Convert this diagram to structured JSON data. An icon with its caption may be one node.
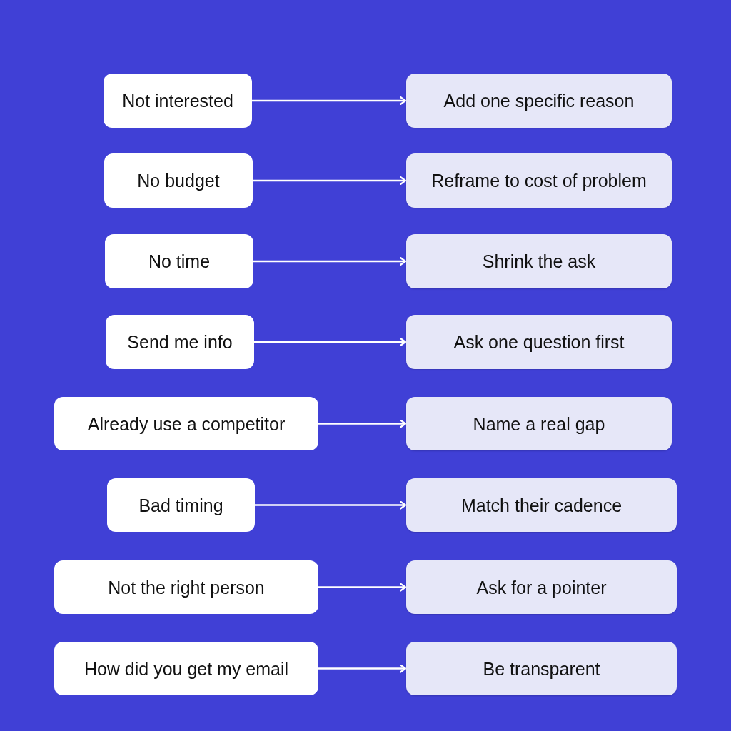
{
  "diagram": {
    "nodes": [
      {
        "text": [
          "Not interested"
        ]
      },
      {
        "text": [
          "Add one specific reason"
        ]
      },
      {
        "text": [
          "No budget"
        ]
      },
      {
        "text": [
          "Reframe to cost of problem"
        ]
      },
      {
        "text": [
          "No time"
        ]
      },
      {
        "text": [
          "Shrink the ask"
        ]
      },
      {
        "text": [
          "Send me info"
        ]
      },
      {
        "text": [
          "Ask one question first"
        ]
      },
      {
        "text": [
          "Already use a competitor"
        ]
      },
      {
        "text": [
          "Name a real gap"
        ]
      },
      {
        "text": [
          "Bad timing"
        ]
      },
      {
        "text": [
          "Match their cadence"
        ]
      },
      {
        "text": [
          "Not the right person"
        ]
      },
      {
        "text": [
          "Ask for a pointer"
        ]
      },
      {
        "text": [
          "How did you get my email"
        ]
      },
      {
        "text": [
          "Be transparent"
        ]
      }
    ],
    "edges": [
      {
        "from": 0,
        "to": 1,
        "arrow": "to"
      },
      {
        "from": 2,
        "to": 3,
        "arrow": "to"
      },
      {
        "from": 4,
        "to": 5,
        "arrow": "to"
      },
      {
        "from": 6,
        "to": 7,
        "arrow": "to"
      },
      {
        "from": 8,
        "to": 9,
        "arrow": "to"
      },
      {
        "from": 10,
        "to": 11,
        "arrow": "to"
      },
      {
        "from": 12,
        "to": 13,
        "arrow": "to"
      },
      {
        "from": 14,
        "to": 15,
        "arrow": "to"
      }
    ]
  }
}
